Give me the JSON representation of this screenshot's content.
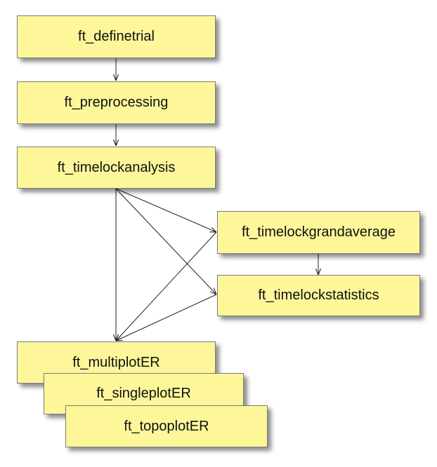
{
  "nodes": {
    "definetrial": "ft_definetrial",
    "preprocessing": "ft_preprocessing",
    "timelockanalysis": "ft_timelockanalysis",
    "timelockgrandaverage": "ft_timelockgrandaverage",
    "timelockstatistics": "ft_timelockstatistics",
    "multiplotER": "ft_multiplotER",
    "singleplotER": "ft_singleplotER",
    "topoplotER": "ft_topoplotER"
  },
  "edges": [
    [
      "definetrial",
      "preprocessing"
    ],
    [
      "preprocessing",
      "timelockanalysis"
    ],
    [
      "timelockanalysis",
      "timelockgrandaverage"
    ],
    [
      "timelockanalysis",
      "timelockstatistics"
    ],
    [
      "timelockanalysis",
      "multiplotER"
    ],
    [
      "timelockgrandaverage",
      "timelockstatistics"
    ],
    [
      "timelockgrandaverage",
      "multiplotER"
    ],
    [
      "timelockstatistics",
      "multiplotER"
    ]
  ],
  "colors": {
    "box_fill": "#fdf79a",
    "box_border": "#7d7d7d",
    "arrow": "#222222"
  }
}
